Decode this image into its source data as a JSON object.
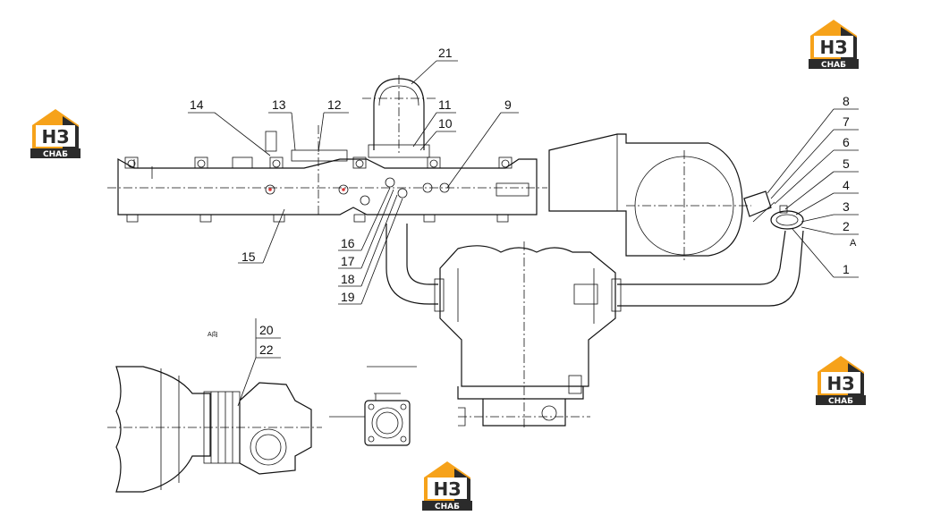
{
  "callouts": [
    {
      "id": "c1",
      "label": "1"
    },
    {
      "id": "c2",
      "label": "2"
    },
    {
      "id": "c3",
      "label": "3"
    },
    {
      "id": "c4",
      "label": "4"
    },
    {
      "id": "c5",
      "label": "5"
    },
    {
      "id": "c6",
      "label": "6"
    },
    {
      "id": "c7",
      "label": "7"
    },
    {
      "id": "c8",
      "label": "8"
    },
    {
      "id": "c9",
      "label": "9"
    },
    {
      "id": "c10",
      "label": "10"
    },
    {
      "id": "c11",
      "label": "11"
    },
    {
      "id": "c12",
      "label": "12"
    },
    {
      "id": "c13",
      "label": "13"
    },
    {
      "id": "c14",
      "label": "14"
    },
    {
      "id": "c15",
      "label": "15"
    },
    {
      "id": "c16",
      "label": "16"
    },
    {
      "id": "c17",
      "label": "17"
    },
    {
      "id": "c18",
      "label": "18"
    },
    {
      "id": "c19",
      "label": "19"
    },
    {
      "id": "c20",
      "label": "20"
    },
    {
      "id": "c21",
      "label": "21"
    },
    {
      "id": "c22",
      "label": "22"
    }
  ],
  "view_label_a": "A",
  "view_label_side": "A向",
  "logo": {
    "letters": "НЗ",
    "caption": "СНАБ",
    "color_orange": "#f6a21a",
    "color_dark": "#2b2b2b"
  }
}
